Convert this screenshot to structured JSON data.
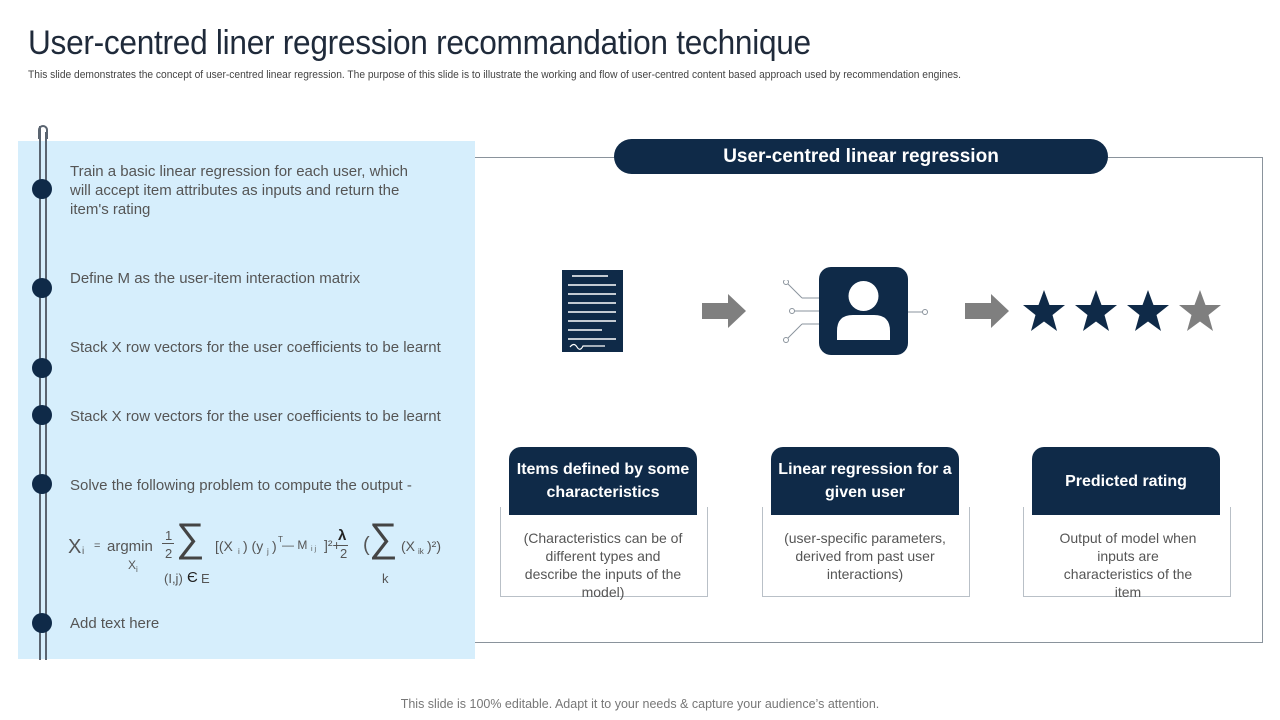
{
  "header": {
    "title": "User-centred liner regression recommandation technique",
    "subtitle": "This slide demonstrates the concept of user-centred linear regression. The purpose of this slide is to illustrate the working and flow of user-centred content based approach used by recommendation engines."
  },
  "steps": [
    "Train a basic linear regression for each user, which will accept item attributes as inputs and return the item's rating",
    "Define M as the user-item interaction matrix",
    "Stack X row vectors for the user coefficients to be learnt",
    "Stack X row vectors for the user coefficients to be learnt",
    "Solve the following problem to compute the output -",
    "Add text here"
  ],
  "formula": {
    "x": "X",
    "x_sub": "i",
    "eq": "=",
    "argmin": "argmin",
    "argmin_sub": "X",
    "argmin_sub_i": "i",
    "half_num": "1",
    "half_den": "2",
    "sigma": "∑",
    "sum_range": "(I,j)",
    "in_sym": "Є",
    "set_E": "E",
    "term1": "[(X",
    "term1_sub": "i",
    "term2": ") (y",
    "term2_sub": "j",
    "term3": ")",
    "term3_sup": "T",
    "term4": "— M",
    "term4_sub": "i j",
    "term5": "]²+",
    "lambda": "λ",
    "lambda_den": "2",
    "paren": "(",
    "sigma2": "∑",
    "k": "k",
    "term6": "(X",
    "term6_sub": "ik",
    "term7": ")²)"
  },
  "diagram": {
    "pill": "User-centred linear regression",
    "stars_filled": 3,
    "stars_total": 4,
    "colors": {
      "navy": "#0f2a48",
      "arrow": "#7f7f7f",
      "panel": "#d6eefc"
    },
    "icons": [
      "document-icon",
      "arrow-right-icon",
      "user-icon",
      "arrow-right-icon",
      "star-icon"
    ]
  },
  "cards": [
    {
      "title": "Items defined by some characteristics",
      "body": "(Characteristics can be of different types and describe the inputs of the model)"
    },
    {
      "title": "Linear regression for a given user",
      "body": "(user-specific parameters, derived from past user interactions)"
    },
    {
      "title": "Predicted rating",
      "body": "Output of model when inputs are characteristics of the item"
    }
  ],
  "footer": "This slide is 100% editable. Adapt it to your needs & capture your audience’s attention."
}
